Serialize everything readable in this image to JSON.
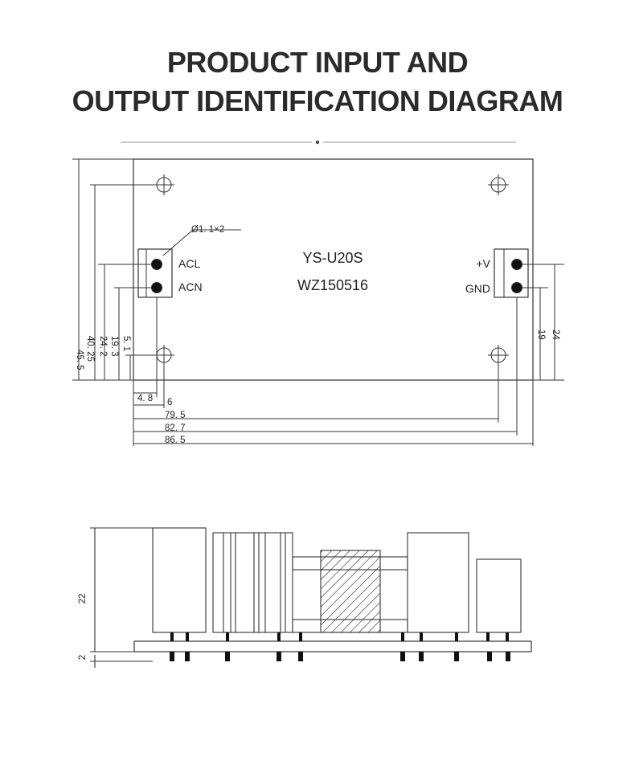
{
  "title": {
    "line1": "PRODUCT INPUT AND",
    "line2": "OUTPUT IDENTIFICATION DIAGRAM"
  },
  "top_view": {
    "model_line1": "YS-U20S",
    "model_line2": "WZ150516",
    "hole_note": "Ø1. 1×2",
    "input_pins": [
      "ACL",
      "ACN"
    ],
    "output_pins": [
      "+V",
      "GND"
    ],
    "vertical_dims_left": [
      "45. 5",
      "40. 25",
      "24. 2",
      "19. 3",
      "5. 1"
    ],
    "vertical_dims_right": [
      "24",
      "19"
    ],
    "horizontal_dims": [
      "4. 8",
      "6",
      "79. 5",
      "82. 7",
      "86. 5"
    ]
  },
  "side_view": {
    "height_dim": "22",
    "pin_dim": "2"
  }
}
